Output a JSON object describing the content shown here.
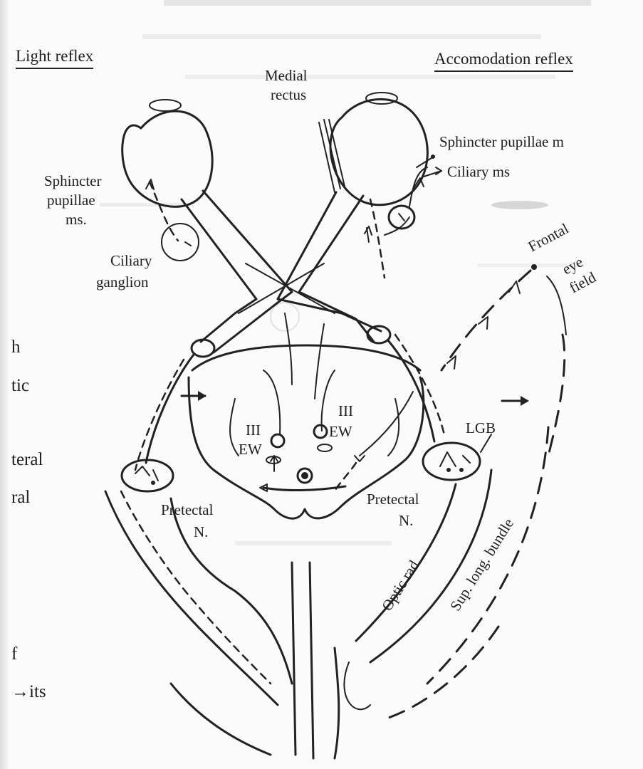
{
  "section_titles": {
    "left": "Light reflex",
    "right": "Accomodation reflex"
  },
  "labels": {
    "medial_rectus_line1": "Medial",
    "medial_rectus_line2": "rectus",
    "sphincter_right": "Sphincter pupillae m",
    "ciliary_ms_right": "Ciliary ms",
    "sphincter_left_line1": "Sphincter",
    "sphincter_left_line2": "pupillae",
    "sphincter_left_line3": "ms.",
    "ciliary_ganglion_line1": "Ciliary",
    "ciliary_ganglion_line2": "ganglion",
    "frontal_line1": "Frontal",
    "frontal_line2": "eye",
    "frontal_line3": "field",
    "iii_left": "III",
    "ew_left": "EW",
    "iii_right": "III",
    "ew_right": "EW",
    "lgb": "LGB",
    "pretectal_left_line1": "Pretectal",
    "pretectal_left_line2": "N.",
    "pretectal_right_line1": "Pretectal",
    "pretectal_right_line2": "N.",
    "optic_rad": "Optic rad.",
    "sup_long_bundle": "Sup. long. bundle"
  },
  "margin_fragments": [
    "h",
    "tic",
    "teral",
    "ral",
    "f",
    "→its"
  ],
  "colors": {
    "ink": "#222222",
    "paper": "#fbfbfb",
    "bleed": "#c8c8c8"
  },
  "icons": [
    "arrow-right-icon"
  ]
}
